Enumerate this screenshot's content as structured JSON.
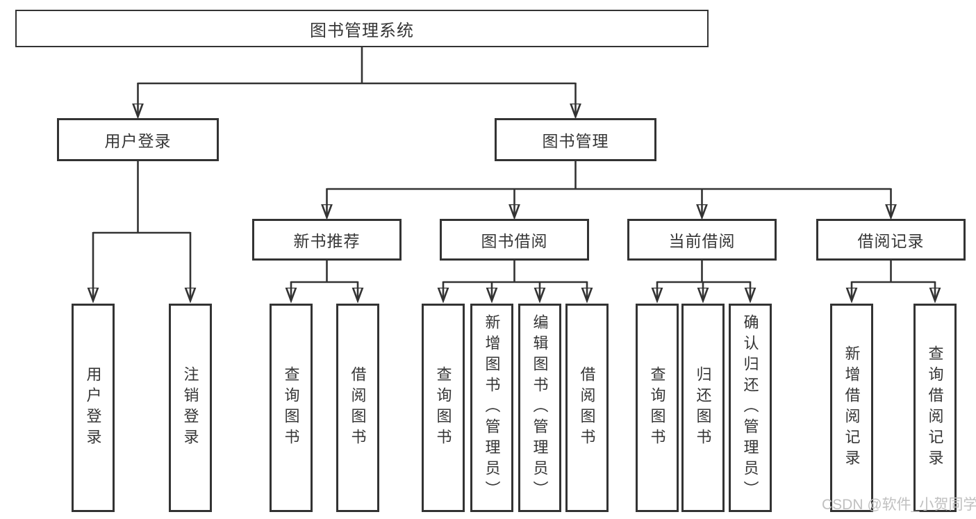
{
  "colors": {
    "line": "#333333",
    "text": "#363636",
    "watermark": "#c0c0c0"
  },
  "watermark": {
    "text": "CSDN @软件_小贺同学"
  },
  "tree": {
    "root": "图书管理系统",
    "user_login": {
      "label": "用户登录",
      "leaves": [
        "用户登录",
        "注销登录"
      ]
    },
    "book_mgmt": {
      "label": "图书管理",
      "sections": [
        {
          "label": "新书推荐",
          "leaves": [
            "查询图书",
            "借阅图书"
          ]
        },
        {
          "label": "图书借阅",
          "leaves": [
            "查询图书",
            "新增图书（管理员）",
            "编辑图书（管理员）",
            "借阅图书"
          ]
        },
        {
          "label": "当前借阅",
          "leaves": [
            "查询图书",
            "归还图书",
            "确认归还（管理员）"
          ]
        },
        {
          "label": "借阅记录",
          "leaves": [
            "新增借阅记录",
            "查询借阅记录"
          ]
        }
      ]
    }
  }
}
